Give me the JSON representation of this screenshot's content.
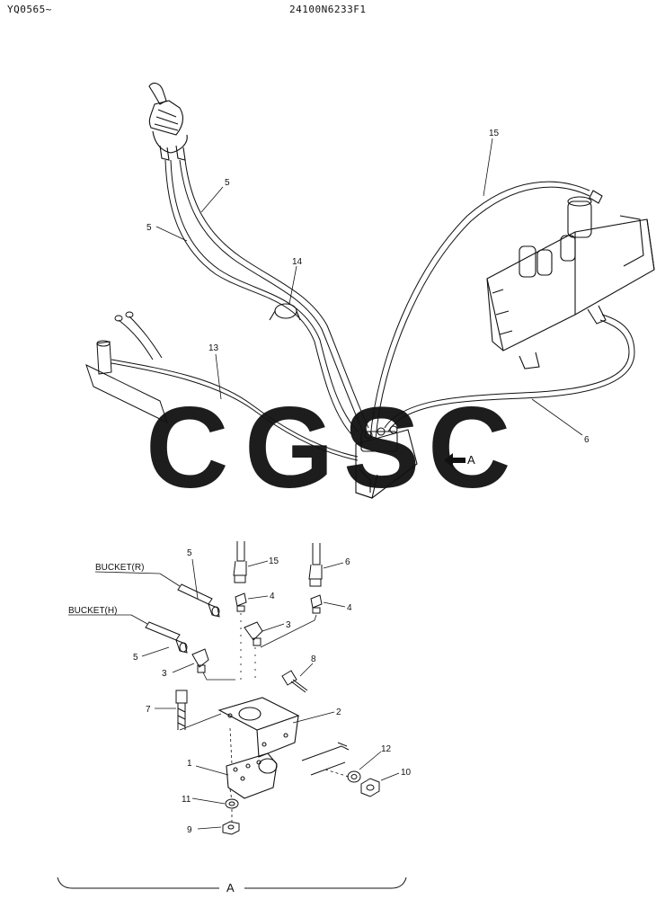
{
  "header": {
    "left_code": "YQ0565~",
    "drawing_number": "24100N6233F1"
  },
  "watermark": {
    "letters": [
      "C",
      "G",
      "S",
      "C"
    ],
    "colors": [
      "#7fb0f4",
      "#f2908a",
      "#f4dc6a",
      "#7ec4a0"
    ]
  },
  "view_arrow_label": "A",
  "section_label": "A",
  "labels": {
    "bucket_r": "BUCKET(R)",
    "bucket_h": "BUCKET(H)"
  },
  "callouts": {
    "c15_top": "15",
    "c5_a": "5",
    "c5_b": "5",
    "c14": "14",
    "c13": "13",
    "c6_top": "6",
    "c5_r": "5",
    "c15_det": "15",
    "c6_det": "6",
    "c4_a": "4",
    "c4_b": "4",
    "c3_a": "3",
    "c5_h": "5",
    "c3_b": "3",
    "c8": "8",
    "c7": "7",
    "c2": "2",
    "c1": "1",
    "c12": "12",
    "c10": "10",
    "c11": "11",
    "c9": "9"
  }
}
